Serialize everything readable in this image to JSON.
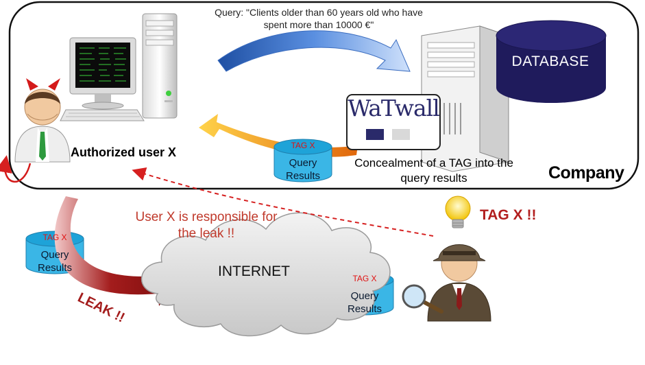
{
  "query_text": "Query: \"Clients older than 60 years old who have spent more than 10000 €\"",
  "authorized_user_label": "Authorized user X",
  "database_label": "DATABASE",
  "watwall_logo_text": "WaTwall",
  "concealment_text": "Concealment of a TAG into the query results",
  "company_label": "Company",
  "responsible_text": "User X is responsible for the leak !!",
  "tag_alert": "TAG X !!",
  "internet_label": "INTERNET",
  "leak_label": "LEAK !!",
  "cylinders": [
    {
      "tag": "TAG X",
      "line1": "Query",
      "line2": "Results"
    },
    {
      "tag": "TAG X",
      "line1": "Query",
      "line2": "Results"
    },
    {
      "tag": "TAG X",
      "line1": "Query",
      "line2": "Results"
    }
  ],
  "icons": [
    "computer-icon",
    "server-icon",
    "database-icon",
    "devil-user-icon",
    "detective-icon",
    "lightbulb-icon",
    "magnifier-icon",
    "cloud-icon"
  ],
  "colors": {
    "database": "#1f1b5c",
    "cylinder": "#3ab6e6",
    "tag_text": "#e01010",
    "leak_arrow": "#8b1010",
    "query_arrow": "#3f74c9",
    "result_arrow": "#f39a1e",
    "responsible_text": "#c0392b"
  }
}
